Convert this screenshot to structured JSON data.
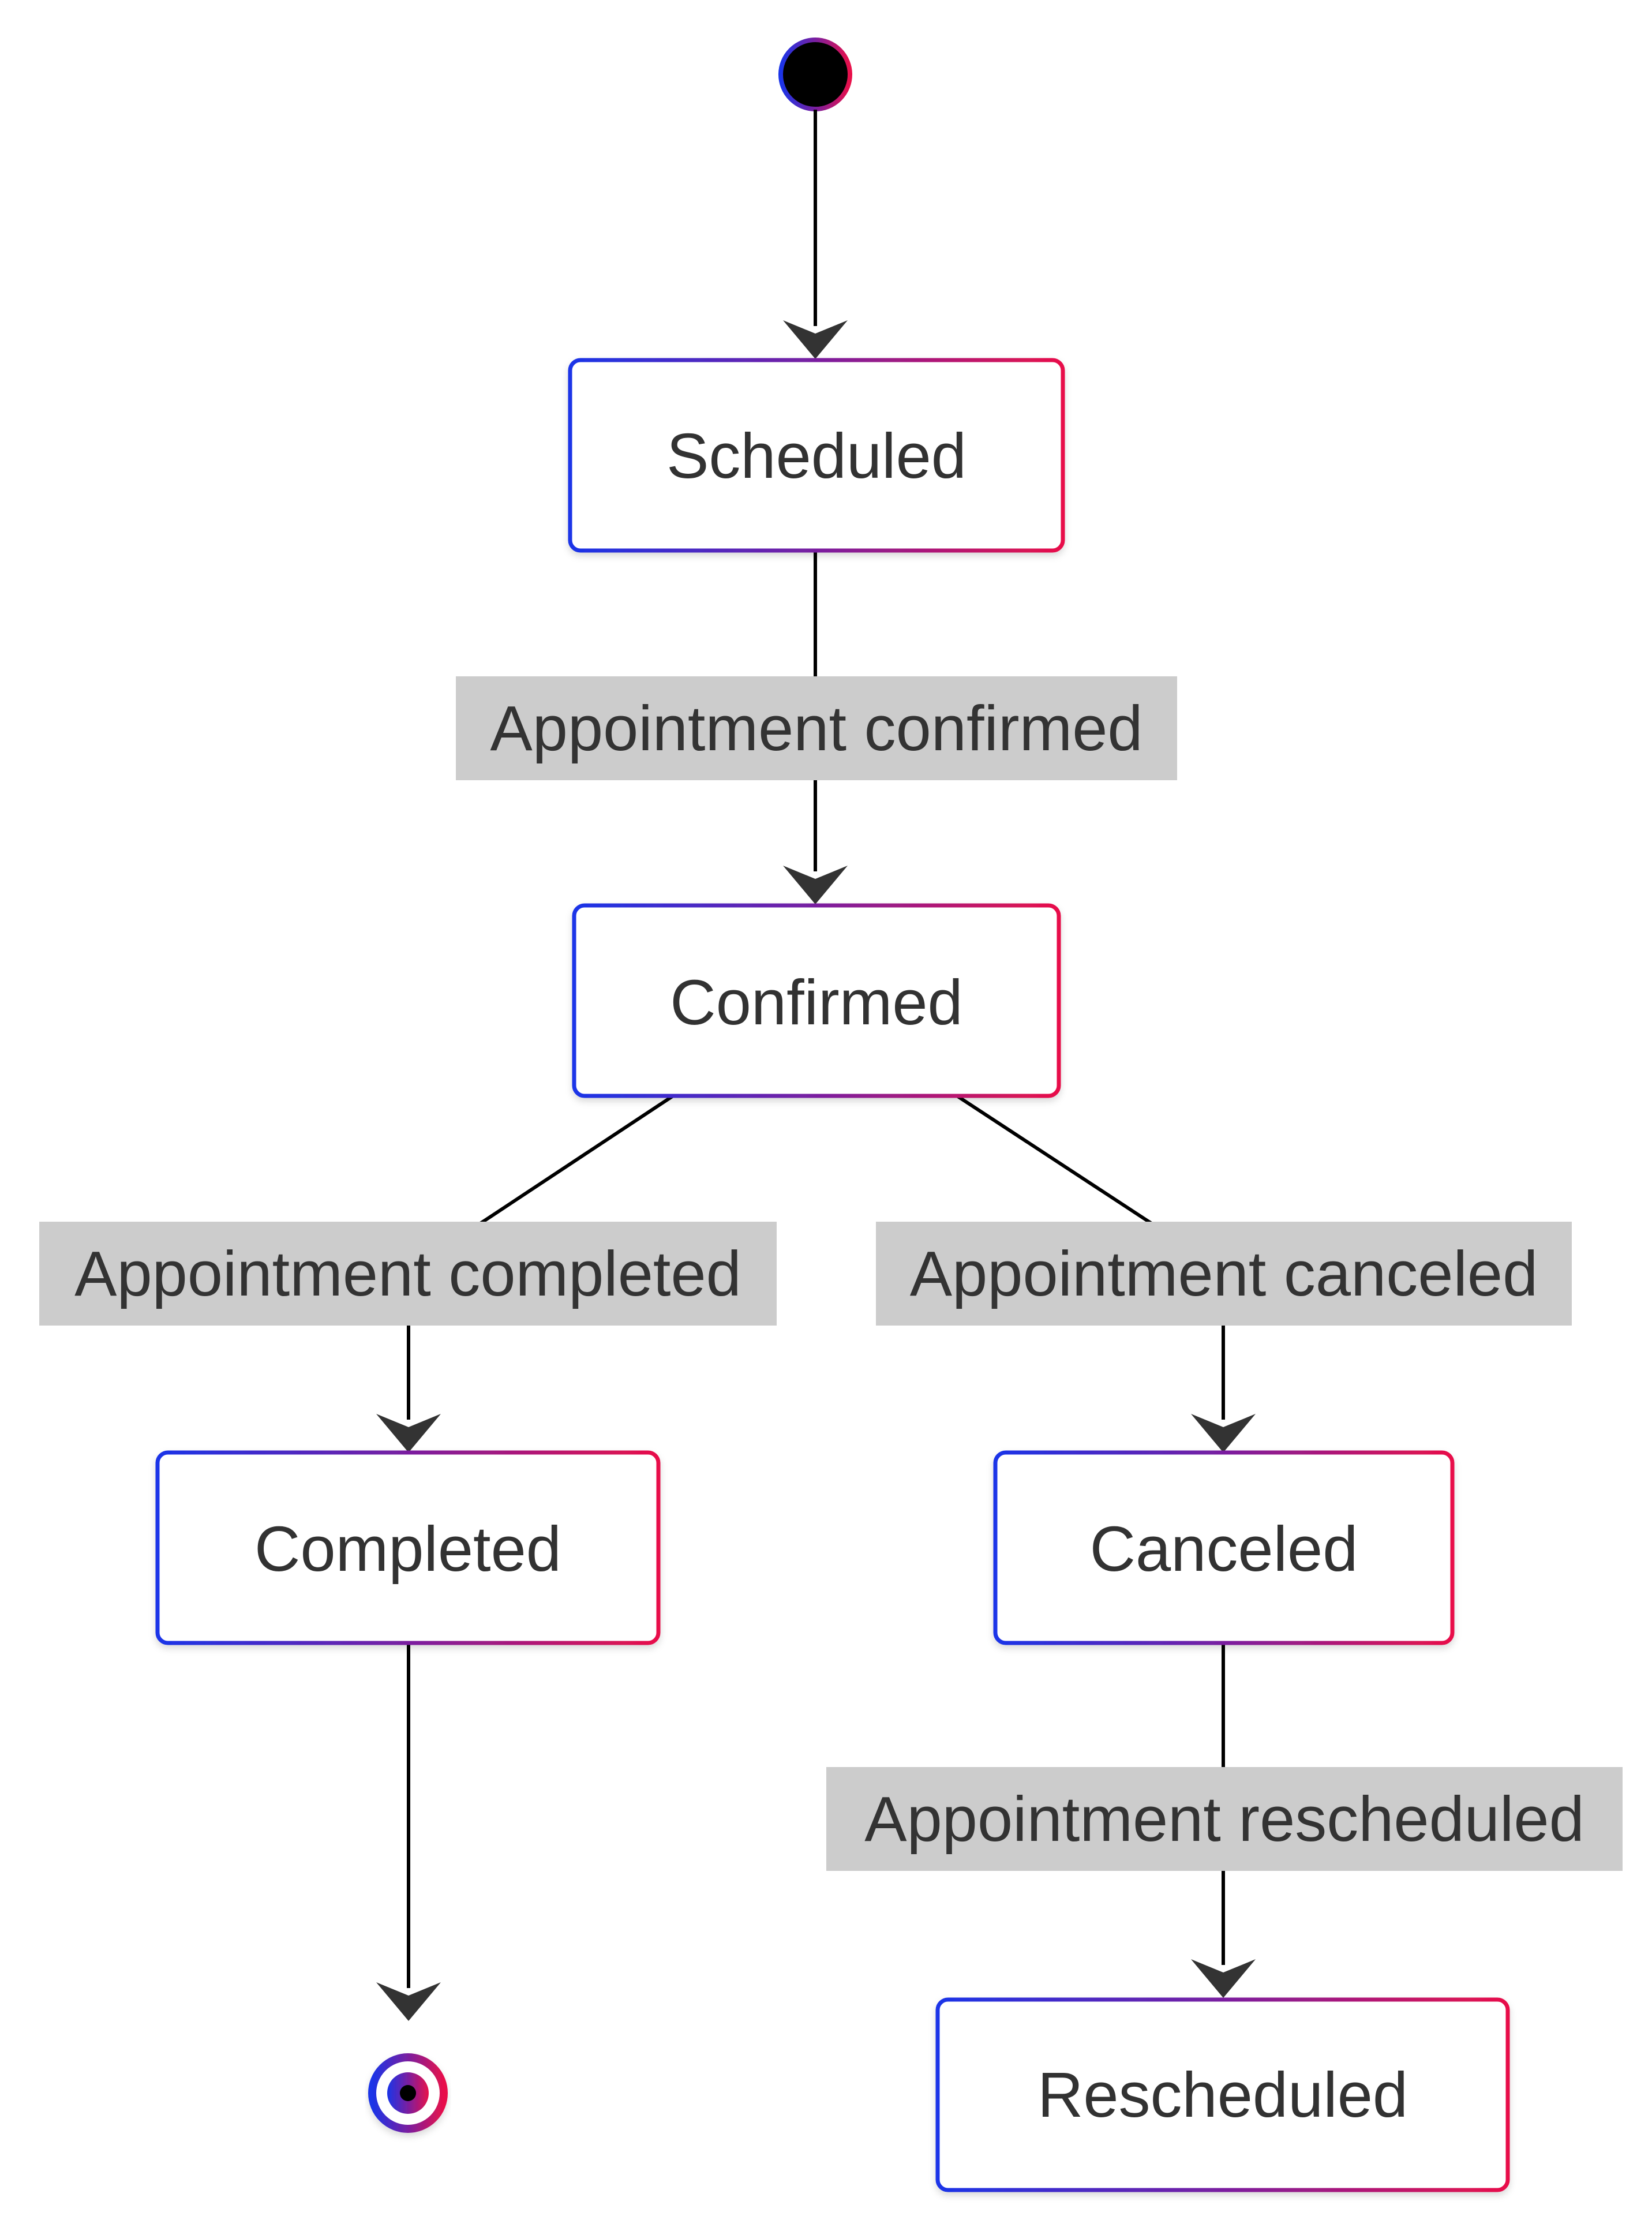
{
  "diagram": {
    "type": "state-diagram",
    "states": {
      "scheduled": "Scheduled",
      "confirmed": "Confirmed",
      "completed": "Completed",
      "canceled": "Canceled",
      "rescheduled": "Rescheduled"
    },
    "transitions": {
      "confirm": "Appointment confirmed",
      "complete": "Appointment completed",
      "cancel": "Appointment canceled",
      "reschedule": "Appointment rescheduled"
    },
    "colors": {
      "border_start": "#1a34e8",
      "border_end": "#e8104a",
      "label_bg": "#cccccc",
      "text": "#333333"
    }
  }
}
